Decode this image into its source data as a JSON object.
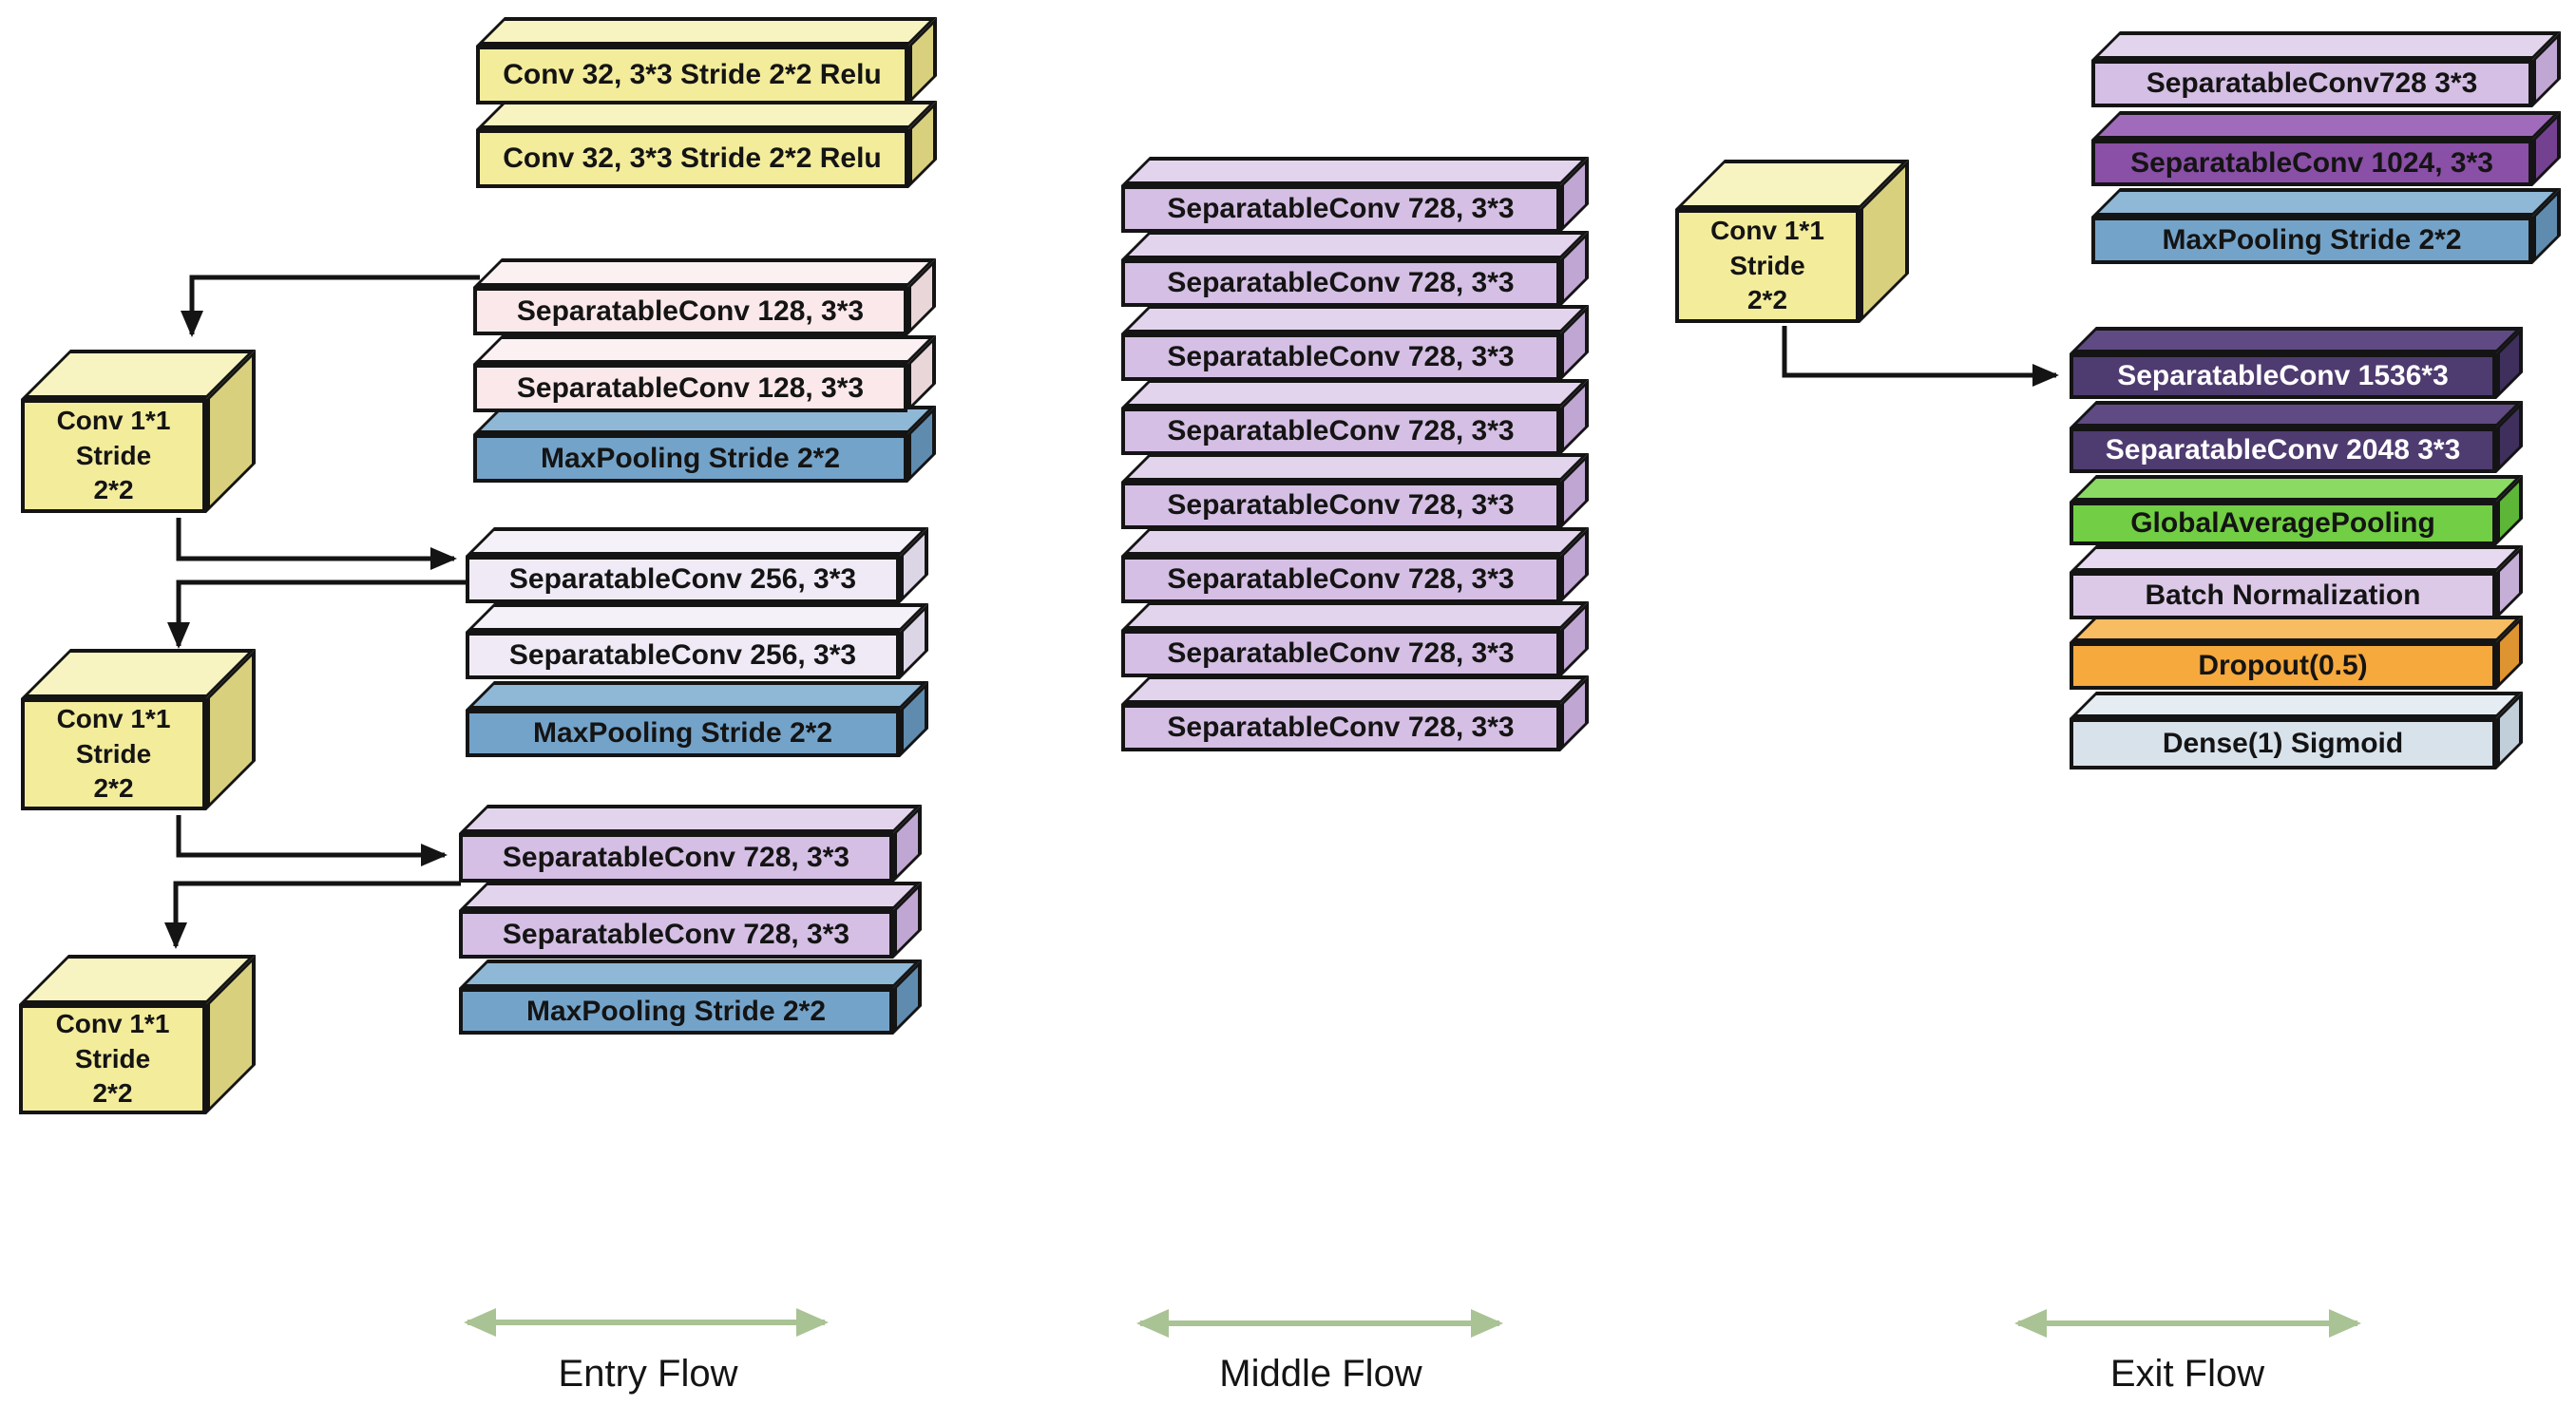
{
  "entry": {
    "label": "Entry Flow",
    "stack_conv": [
      "Conv 32, 3*3 Stride 2*2 Relu",
      "Conv 32, 3*3 Stride 2*2 Relu"
    ],
    "cubes": [
      "Conv 1*1\nStride\n2*2",
      "Conv 1*1\nStride\n2*2",
      "Conv 1*1\nStride\n2*2"
    ],
    "block128": [
      "SeparatableConv 128, 3*3",
      "SeparatableConv 128, 3*3",
      "MaxPooling Stride 2*2"
    ],
    "block256": [
      "SeparatableConv 256, 3*3",
      "SeparatableConv 256, 3*3",
      "MaxPooling Stride 2*2"
    ],
    "block728": [
      "SeparatableConv 728, 3*3",
      "SeparatableConv 728, 3*3",
      "MaxPooling Stride 2*2"
    ]
  },
  "middle": {
    "label": "Middle Flow",
    "layers": [
      "SeparatableConv 728, 3*3",
      "SeparatableConv 728, 3*3",
      "SeparatableConv 728, 3*3",
      "SeparatableConv 728, 3*3",
      "SeparatableConv 728, 3*3",
      "SeparatableConv 728, 3*3",
      "SeparatableConv 728, 3*3",
      "SeparatableConv 728, 3*3"
    ]
  },
  "exit": {
    "label": "Exit Flow",
    "cube": "Conv 1*1\nStride\n2*2",
    "block_top": [
      "SeparatableConv728 3*3",
      "SeparatableConv 1024, 3*3",
      "MaxPooling Stride 2*2"
    ],
    "block_bottom": [
      "SeparatableConv 1536*3",
      "SeparatableConv 2048 3*3",
      "GlobalAveragePooling",
      "Batch Normalization",
      "Dropout(0.5)",
      "Dense(1) Sigmoid"
    ]
  },
  "colors": {
    "yellow": "#F3EC9B",
    "pink": "#FAE8EA",
    "lavender": "#EFEAF5",
    "purple": "#D5BFE4",
    "pooling_blue": "#74A3C9",
    "violet_1024": "#8A4FA6",
    "dark_purple": "#4E3B70",
    "green": "#72CE44",
    "light_purple": "#DCC9E8",
    "orange": "#F6A93D",
    "light_blue": "#D8E2EB",
    "flow_arrow_green": "#A9C394",
    "connector_black": "#141414"
  }
}
